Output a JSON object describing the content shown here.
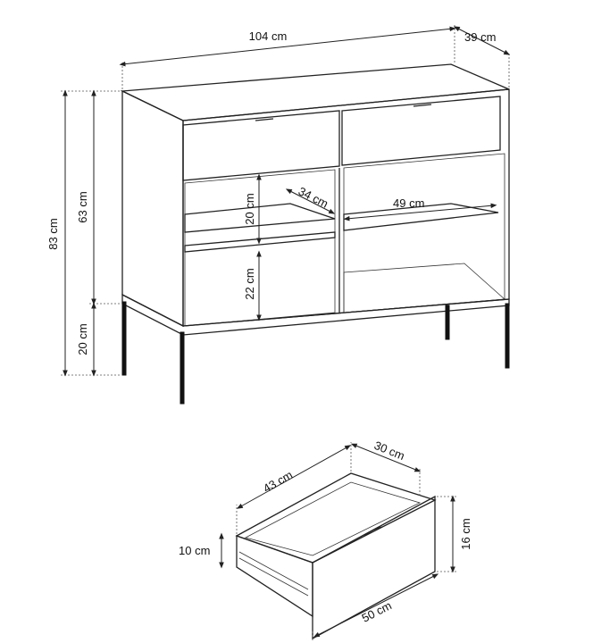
{
  "cabinet": {
    "width": "104 cm",
    "depth": "39 cm",
    "total_height": "83 cm",
    "body_height": "63 cm",
    "leg_height": "20 cm",
    "upper_shelf_gap": "20 cm",
    "lower_shelf_gap": "22 cm",
    "shelf_depth": "34 cm",
    "shelf_width": "49 cm"
  },
  "drawer": {
    "inner_width": "43 cm",
    "inner_depth": "30 cm",
    "front_height": "16 cm",
    "side_height": "10 cm",
    "front_width": "50 cm"
  }
}
